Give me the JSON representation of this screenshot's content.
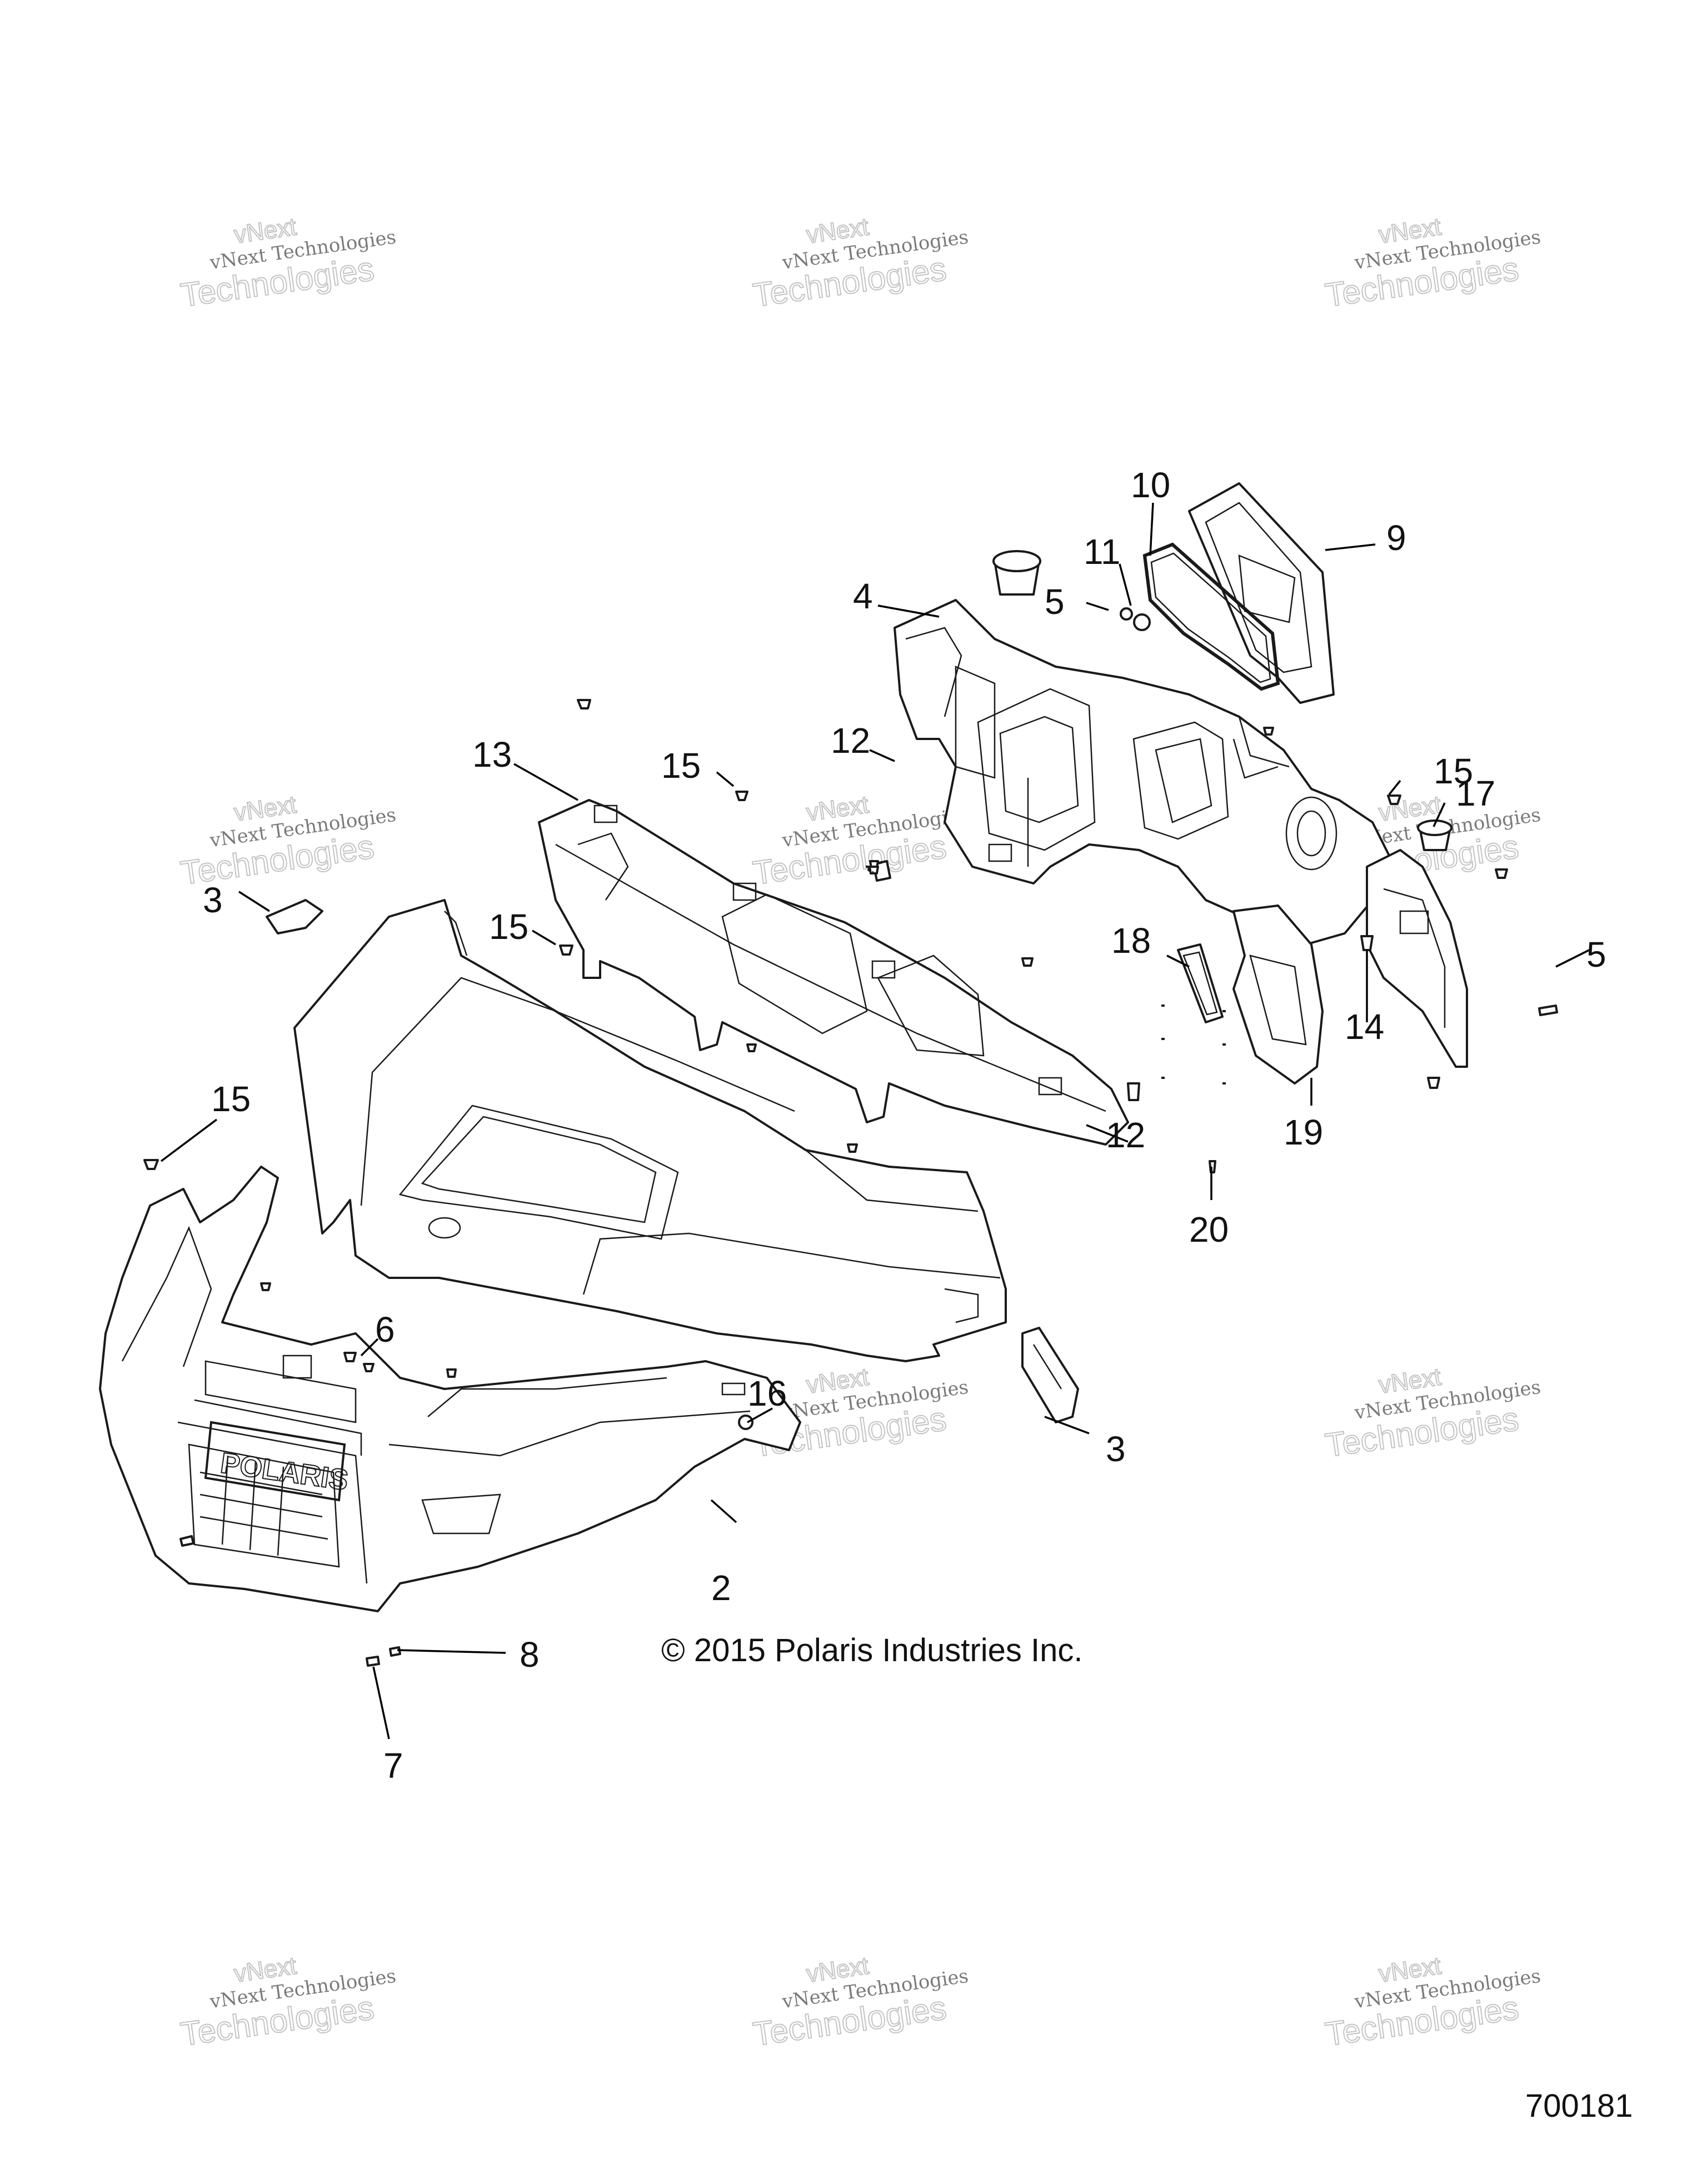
{
  "diagram": {
    "copyright": "© 2015 Polaris Industries Inc.",
    "drawing_number": "700181",
    "watermark_lines": [
      "vNext",
      "vNext Technologies",
      "Technologies"
    ],
    "callouts": [
      "2",
      "3",
      "3",
      "4",
      "5",
      "5",
      "6",
      "7",
      "8",
      "9",
      "10",
      "11",
      "12",
      "12",
      "13",
      "14",
      "15",
      "15",
      "15",
      "15",
      "16",
      "17",
      "18",
      "19",
      "20"
    ],
    "colors": {
      "line": "#1a1a1a",
      "background": "#ffffff",
      "watermark": "#c4c4c4"
    }
  }
}
